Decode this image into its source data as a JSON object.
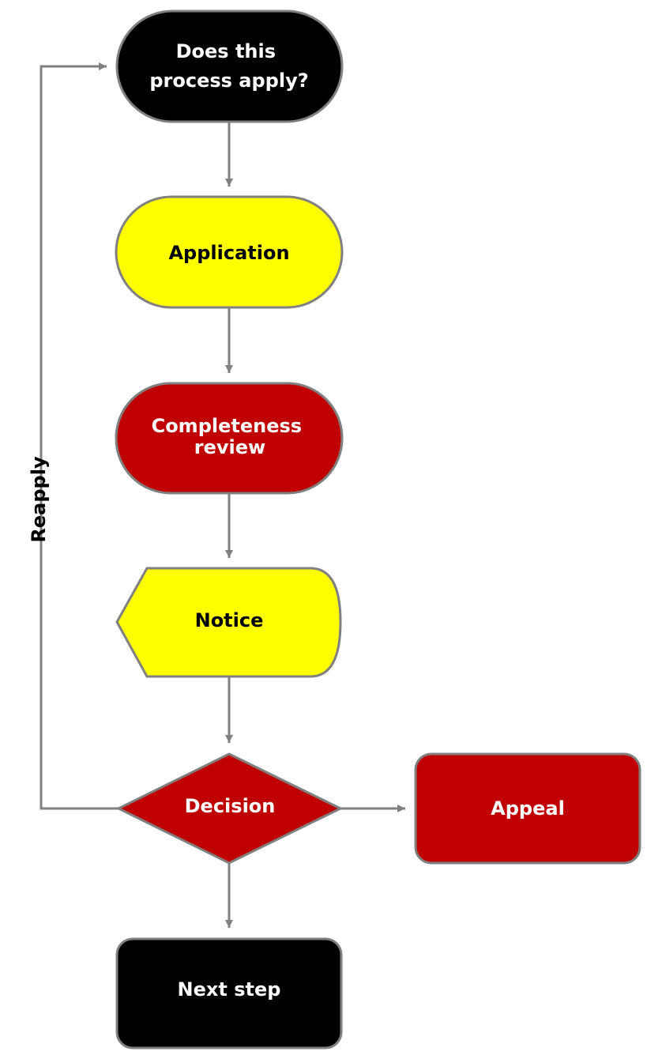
{
  "colors": {
    "black": "#000000",
    "yellow": "#ffff00",
    "red": "#c00000",
    "border": "#808080",
    "text_light": "#ffffff",
    "text_dark": "#000000"
  },
  "nodes": {
    "start": {
      "lines": [
        "Does this",
        "process apply?"
      ],
      "shape": "stadium",
      "fill": "black"
    },
    "application": {
      "lines": [
        "Application"
      ],
      "shape": "stadium",
      "fill": "yellow"
    },
    "completeness": {
      "lines": [
        "Completeness",
        "review"
      ],
      "shape": "stadium",
      "fill": "red"
    },
    "notice": {
      "lines": [
        "Notice"
      ],
      "shape": "display",
      "fill": "yellow"
    },
    "decision": {
      "lines": [
        "Decision"
      ],
      "shape": "diamond",
      "fill": "red"
    },
    "appeal": {
      "lines": [
        "Appeal"
      ],
      "shape": "rounded-rect",
      "fill": "red"
    },
    "next": {
      "lines": [
        "Next step"
      ],
      "shape": "rounded-rect",
      "fill": "black"
    }
  },
  "edges": [
    {
      "from": "start",
      "to": "application"
    },
    {
      "from": "application",
      "to": "completeness"
    },
    {
      "from": "completeness",
      "to": "notice"
    },
    {
      "from": "notice",
      "to": "decision"
    },
    {
      "from": "decision",
      "to": "appeal"
    },
    {
      "from": "decision",
      "to": "next"
    },
    {
      "from": "decision",
      "to": "start",
      "label": "Reapply"
    }
  ]
}
